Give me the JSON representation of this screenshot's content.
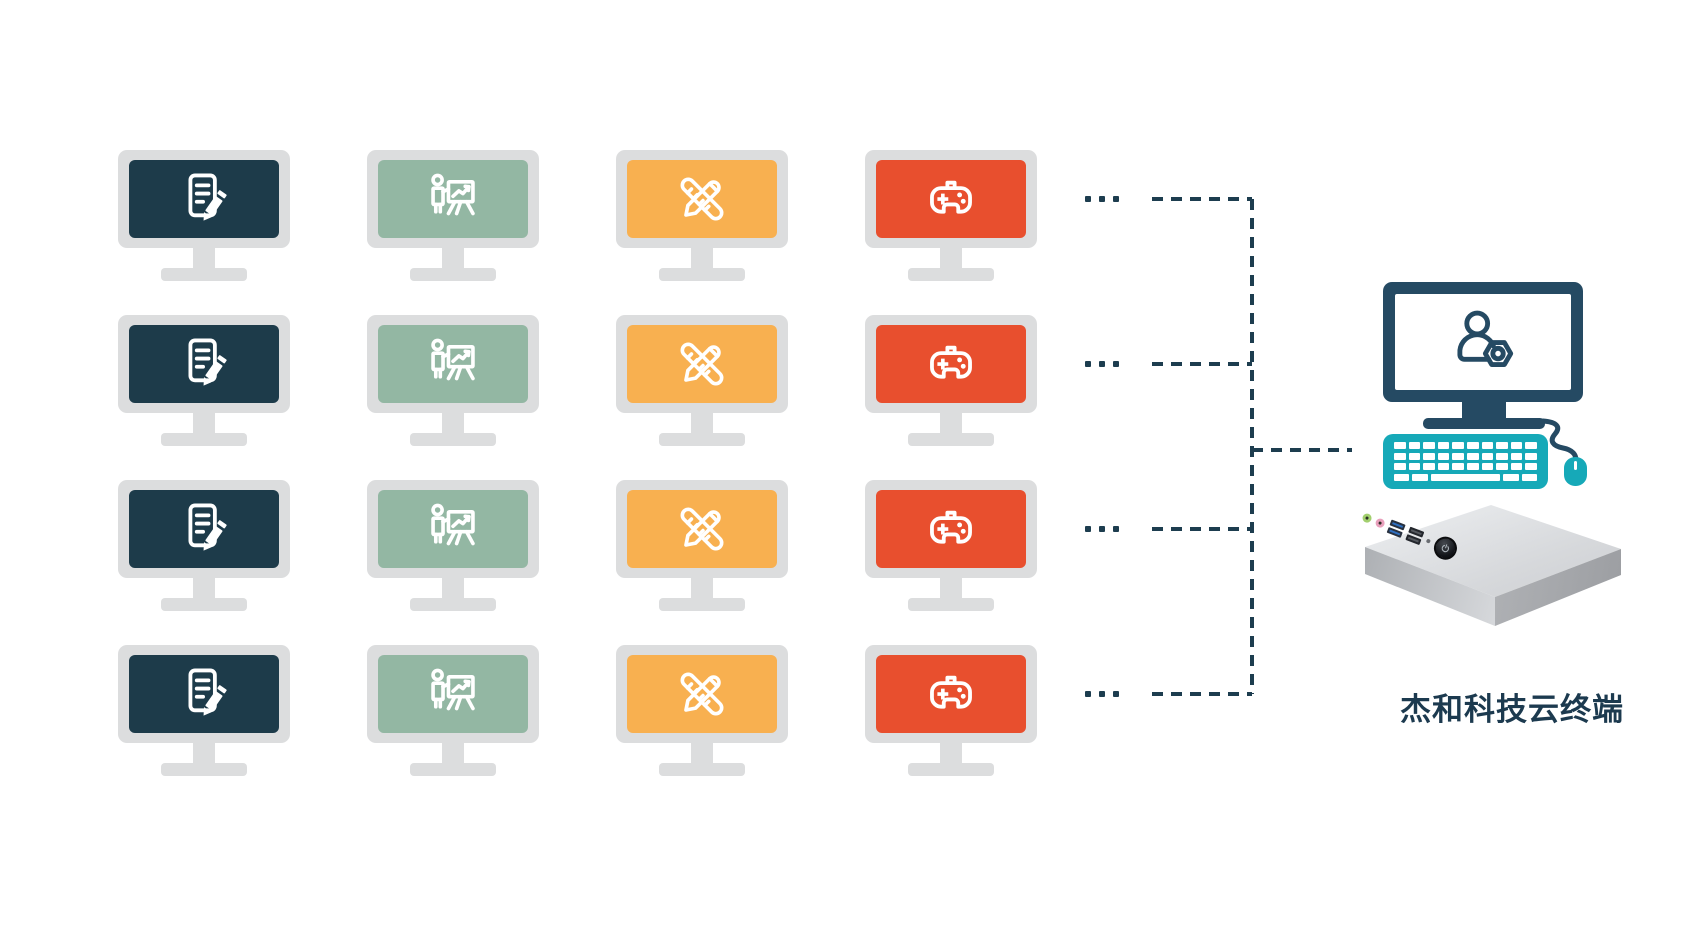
{
  "diagram": {
    "background": "#ffffff",
    "colors": {
      "monitor_frame_gray": "#dcddde",
      "document_screen": "#1d3b4a",
      "presentation_screen": "#93b7a3",
      "design_screen": "#f8b050",
      "gaming_screen": "#e84f2e",
      "navy": "#1d3d4f",
      "terminal_navy": "#254a63",
      "teal": "#16a9b8",
      "icon_white": "#ffffff"
    },
    "workstations": {
      "rows": 4,
      "ellipsis": "...",
      "columns": [
        {
          "name": "document",
          "icon": "document-edit-icon",
          "screen_color": "#1d3b4a"
        },
        {
          "name": "presentation",
          "icon": "presentation-chart-icon",
          "screen_color": "#93b7a3"
        },
        {
          "name": "design",
          "icon": "ruler-pencil-icon",
          "screen_color": "#f8b050"
        },
        {
          "name": "gaming",
          "icon": "gamepad-icon",
          "screen_color": "#e84f2e"
        }
      ]
    },
    "terminal": {
      "label": "杰和科技云终端",
      "monitor_icon": "user-gear-icon",
      "peripherals": [
        "keyboard",
        "mouse"
      ],
      "device": {
        "type": "mini-pc",
        "front_ports": [
          "audio-jack",
          "mic-jack",
          "usb3-x2",
          "usb2-x2",
          "pinhole",
          "power-button"
        ]
      }
    }
  }
}
